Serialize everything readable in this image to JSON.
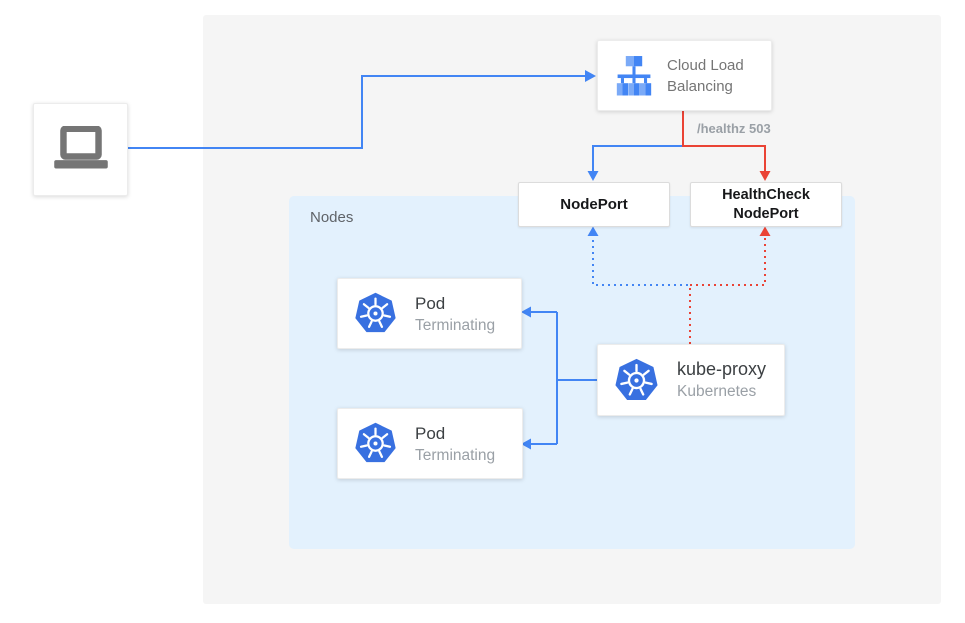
{
  "clb": {
    "title": "Cloud Load Balancing"
  },
  "healthz_label": "/healthz 503",
  "nodeport_box": {
    "label": "NodePort"
  },
  "healthcheck_box": {
    "line1": "HealthCheck",
    "line2": "NodePort"
  },
  "nodes_group": {
    "label": "Nodes"
  },
  "pod1": {
    "title": "Pod",
    "status": "Terminating"
  },
  "pod2": {
    "title": "Pod",
    "status": "Terminating"
  },
  "kube_proxy": {
    "title": "kube-proxy",
    "subtitle": "Kubernetes"
  },
  "icons": {
    "client": "laptop-icon",
    "load_balancer": "load-balancer-icon",
    "kubernetes": "kubernetes-icon"
  },
  "colors": {
    "arrow_blue": "#4285f4",
    "arrow_red": "#ea4335",
    "panel_bg": "#f5f5f5",
    "nodes_bg": "#e3f1fd",
    "kubernetes_blue": "#3870e0",
    "icon_gray": "#757575",
    "title_text": "#3c4043",
    "subtitle_text": "#9aa0a6",
    "port_text": "#17181a"
  }
}
